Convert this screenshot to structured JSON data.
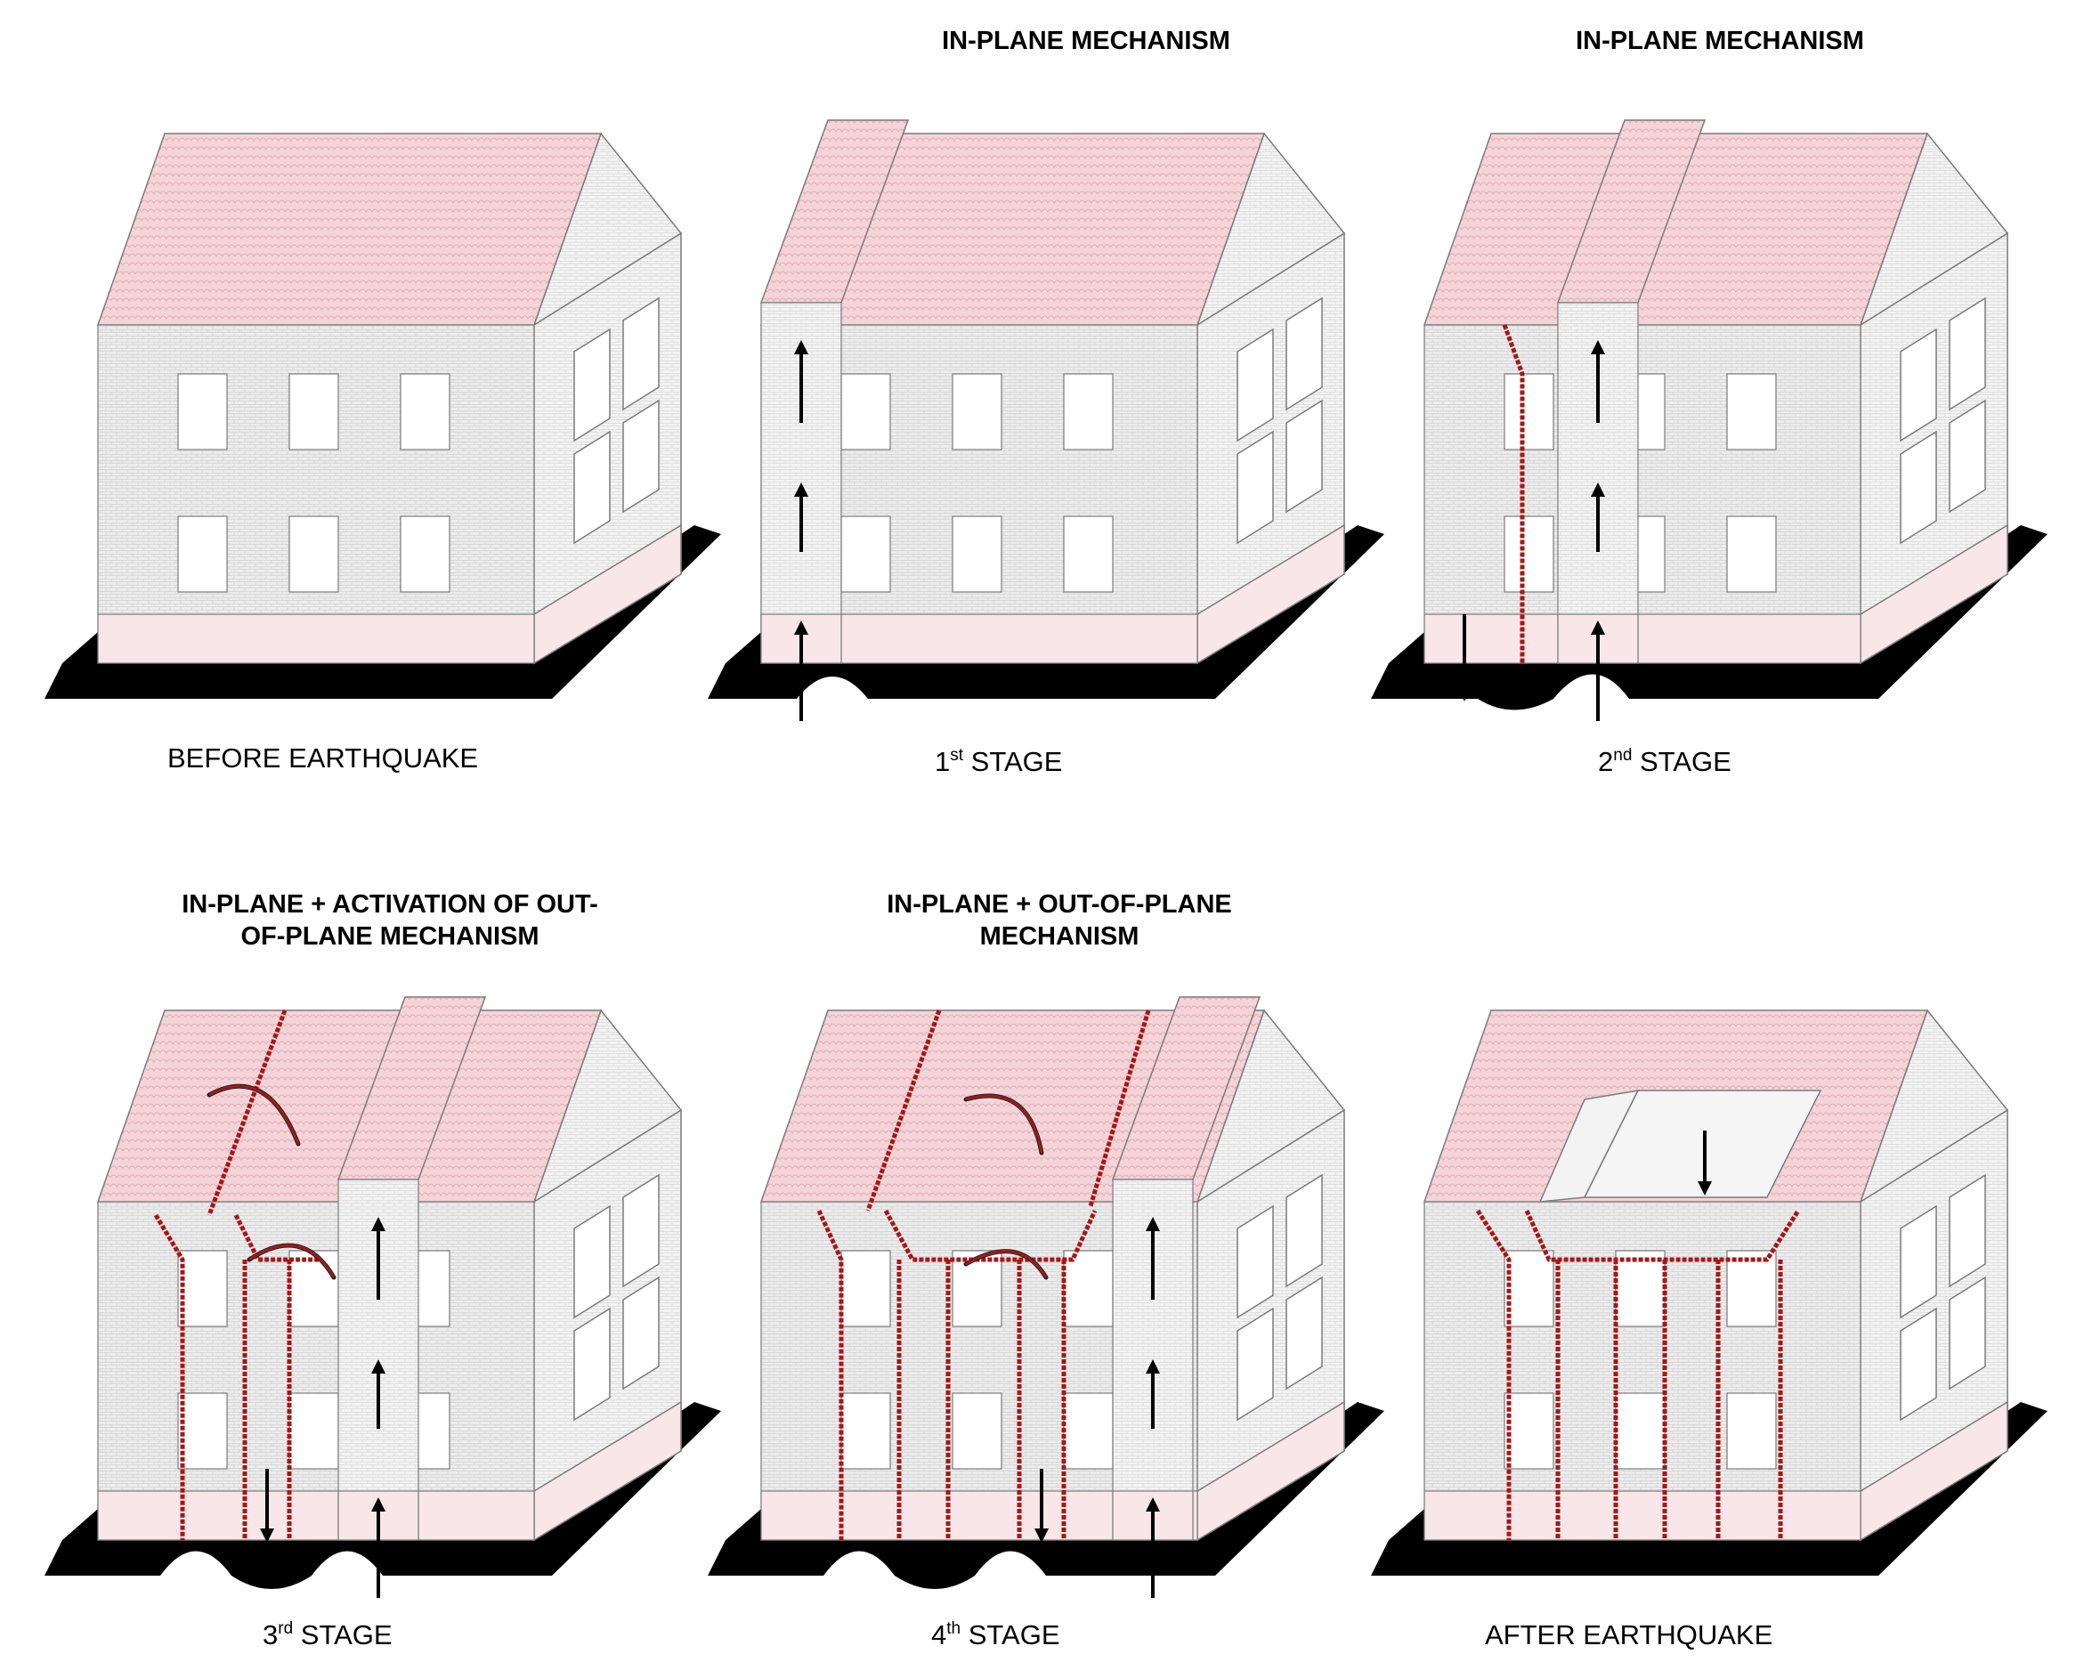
{
  "panels": [
    {
      "id": "p1",
      "title_lines": [],
      "caption_prefix": "BEFORE EARTHQUAKE",
      "caption_sup": "",
      "caption_suffix": ""
    },
    {
      "id": "p2",
      "title_lines": [
        "IN-PLANE MECHANISM"
      ],
      "caption_prefix": "1",
      "caption_sup": "st",
      "caption_suffix": " STAGE"
    },
    {
      "id": "p3",
      "title_lines": [
        "IN-PLANE MECHANISM"
      ],
      "caption_prefix": "2",
      "caption_sup": "nd",
      "caption_suffix": " STAGE"
    },
    {
      "id": "p4",
      "title_lines": [
        "IN-PLANE + ACTIVATION OF OUT-",
        "OF-PLANE MECHANISM"
      ],
      "caption_prefix": "3",
      "caption_sup": "rd",
      "caption_suffix": " STAGE"
    },
    {
      "id": "p5",
      "title_lines": [
        "IN-PLANE + OUT-OF-PLANE",
        "MECHANISM"
      ],
      "caption_prefix": "4",
      "caption_sup": "th",
      "caption_suffix": " STAGE"
    },
    {
      "id": "p6",
      "title_lines": [],
      "caption_prefix": "AFTER EARTHQUAKE",
      "caption_sup": "",
      "caption_suffix": ""
    }
  ],
  "colors": {
    "roof": "#f4d4d8",
    "wall": "#ececec",
    "wall_side": "#f3f3f3",
    "base_band": "#f8e6e8",
    "crack": "#a81616",
    "ground": "#000000",
    "arrow": "#000000",
    "rotation_arrow": "#9e1b1b",
    "outline": "#7a7a7a"
  }
}
